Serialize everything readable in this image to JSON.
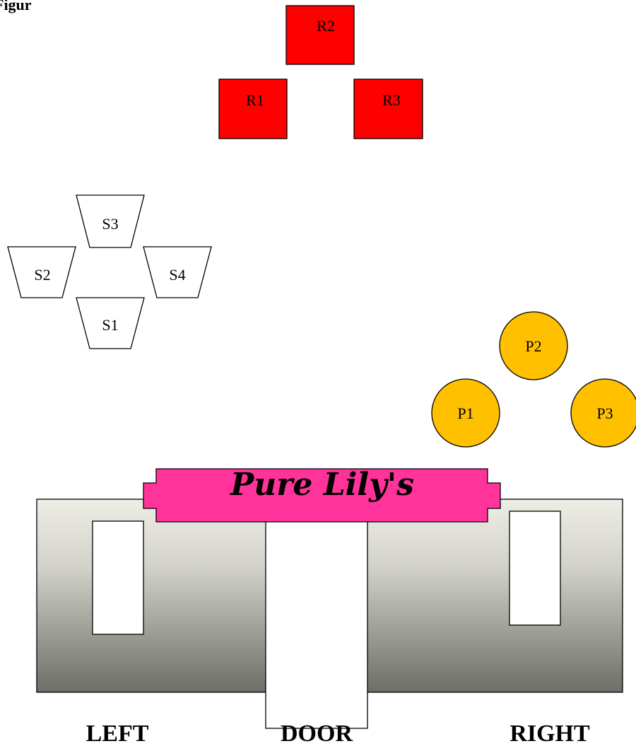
{
  "corner_text": "Figur",
  "colors": {
    "rack": "#ff0000",
    "plant_pot": "#ffc000",
    "sign": "#ff3399",
    "wall_top": "#eeeee6",
    "wall_bottom": "#6e6e68",
    "window": "#ffffff",
    "outline": "#000000"
  },
  "racks": {
    "r1": "R1",
    "r2": "R2",
    "r3": "R3"
  },
  "stools": {
    "s1": "S1",
    "s2": "S2",
    "s3": "S3",
    "s4": "S4"
  },
  "plants": {
    "p1": "P1",
    "p2": "P2",
    "p3": "P3"
  },
  "storefront": {
    "sign_text": "Pure Lily's",
    "left_label": "LEFT",
    "door_label": "DOOR",
    "right_label": "RIGHT"
  }
}
